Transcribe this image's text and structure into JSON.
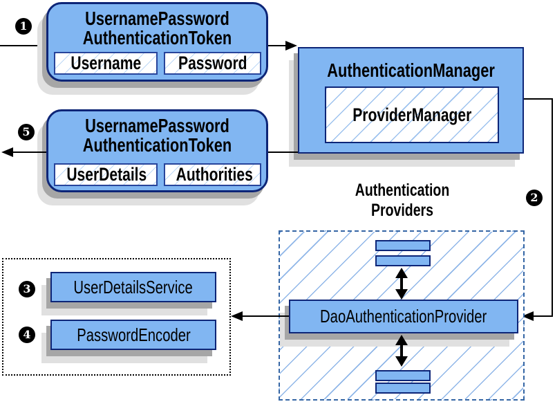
{
  "diagram": {
    "steps": {
      "s1": "1",
      "s2": "2",
      "s3": "3",
      "s4": "4",
      "s5": "5"
    },
    "request_token": {
      "title1": "UsernamePassword",
      "title2": "AuthenticationToken",
      "field1": "Username",
      "field2": "Password"
    },
    "authentication_manager": {
      "title": "AuthenticationManager",
      "inner": "ProviderManager"
    },
    "response_token": {
      "title1": "UsernamePassword",
      "title2": "AuthenticationToken",
      "field1": "UserDetails",
      "field2": "Authorities"
    },
    "providers": {
      "label1": "Authentication",
      "label2": "Providers",
      "main": "DaoAuthenticationProvider"
    },
    "services": {
      "user_details_service": "UserDetailsService",
      "password_encoder": "PasswordEncoder"
    },
    "colors": {
      "box_fill": "#81B6F2",
      "box_border": "#0D2577",
      "field_border": "#27449B",
      "hatch_line": "#8FB6E8",
      "dashed_border": "#3465A4",
      "dotted_border": "#000000",
      "shadow_dark": "#A6A6A6",
      "shadow_light": "#E0E0E0",
      "connector": "#000000",
      "badge_bg": "#000000",
      "badge_text": "#FFFFFF"
    }
  }
}
